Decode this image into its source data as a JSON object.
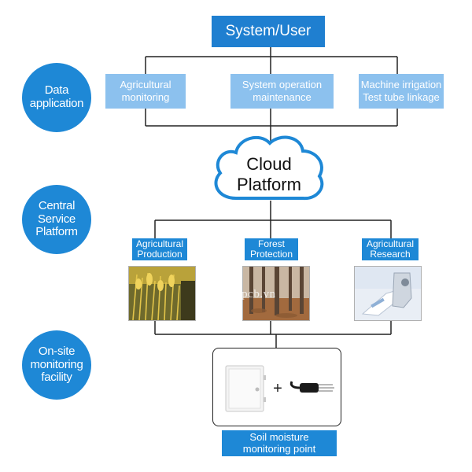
{
  "colors": {
    "primary": "#1e88d6",
    "light_box": "#8cc1ee",
    "cloud_outline": "#1e88d6",
    "connector": "#222222"
  },
  "left_labels": [
    {
      "text": "Data\napplication"
    },
    {
      "text": "Central\nService\nPlatform"
    },
    {
      "text": "On-site\nmonitoring\nfacility"
    }
  ],
  "top": {
    "title": "System/User"
  },
  "applications": [
    {
      "label": "Agricultural\nmonitoring"
    },
    {
      "label": "System operation\nmaintenance"
    },
    {
      "label": "Machine irrigation\nTest tube linkage"
    }
  ],
  "cloud": {
    "label": "Cloud\nPlatform",
    "icon": "cloud-icon"
  },
  "categories": [
    {
      "label": "Agricultural\nProduction",
      "image": "rice-field-photo"
    },
    {
      "label": "Forest\nProtection",
      "image": "forest-photo"
    },
    {
      "label": "Agricultural\nResearch",
      "image": "laboratory-photo"
    }
  ],
  "device": {
    "plus": "+",
    "box_icon": "sensor-enclosure-icon",
    "probe_icon": "soil-probe-icon"
  },
  "bottom": {
    "label": "Soil moisture\nmonitoring point"
  },
  "watermark": "epcb.vn"
}
